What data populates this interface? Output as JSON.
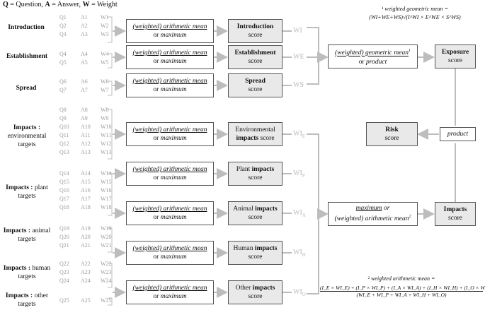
{
  "legend": {
    "q_key": "Q",
    "q_text": " = Question, ",
    "a_key": "A",
    "a_text": " = Answer, ",
    "w_key": "W",
    "w_text": " = Weight"
  },
  "categories": [
    {
      "bold": "Introduction",
      "rest": ""
    },
    {
      "bold": "Establishment",
      "rest": ""
    },
    {
      "bold": "Spread",
      "rest": ""
    },
    {
      "bold": "Impacts :",
      "rest": "environmental targets"
    },
    {
      "bold": "Impacts :",
      "rest": "plant targets"
    },
    {
      "bold": "Impacts :",
      "rest": "animal targets"
    },
    {
      "bold": "Impacts :",
      "rest": "human targets"
    },
    {
      "bold": "Impacts :",
      "rest": "other targets"
    }
  ],
  "questions": [
    [
      [
        "Q1",
        "A1",
        "W1"
      ],
      [
        "Q2",
        "A2",
        "W2"
      ],
      [
        "Q3",
        "A3",
        "W3"
      ]
    ],
    [
      [
        "Q4",
        "A4",
        "W4"
      ],
      [
        "Q5",
        "A5",
        "W5"
      ]
    ],
    [
      [
        "Q6",
        "A6",
        "W6"
      ],
      [
        "Q7",
        "A7",
        "W7"
      ]
    ],
    [
      [
        "Q8",
        "A8",
        "W8"
      ],
      [
        "Q9",
        "A9",
        "W9"
      ],
      [
        "Q10",
        "A10",
        "W10"
      ],
      [
        "Q11",
        "A11",
        "W11"
      ],
      [
        "Q12",
        "A12",
        "W12"
      ],
      [
        "Q13",
        "A13",
        "W13"
      ]
    ],
    [
      [
        "Q14",
        "A14",
        "W14"
      ],
      [
        "Q15",
        "A15",
        "W15"
      ],
      [
        "Q16",
        "A16",
        "W16"
      ],
      [
        "Q17",
        "A17",
        "W17"
      ],
      [
        "Q18",
        "A18",
        "W18"
      ]
    ],
    [
      [
        "Q19",
        "A19",
        "W19"
      ],
      [
        "Q20",
        "A20",
        "W20"
      ],
      [
        "Q21",
        "A21",
        "W21"
      ]
    ],
    [
      [
        "Q22",
        "A22",
        "W22"
      ],
      [
        "Q23",
        "A23",
        "W23"
      ],
      [
        "Q24",
        "A24",
        "W24"
      ]
    ],
    [
      [
        "Q25",
        "A25",
        "W25"
      ]
    ]
  ],
  "method": {
    "line1": "(weighted) arithmetic mean",
    "line2_prefix": "or ",
    "line2": "maximum"
  },
  "scores": [
    {
      "pre": "",
      "bold": "Introduction",
      "post": "",
      "line2": "score"
    },
    {
      "pre": "",
      "bold": "Establishment",
      "post": "",
      "line2": "score"
    },
    {
      "pre": "",
      "bold": "Spread",
      "post": "",
      "line2": "score"
    },
    {
      "pre": "Environmental",
      "bold": "",
      "post": "",
      "line2b": "impacts",
      "line2": " score"
    },
    {
      "pre": "Plant ",
      "bold": "impacts",
      "post": "",
      "line2": "score"
    },
    {
      "pre": "Animal ",
      "bold": "impacts",
      "post": "",
      "line2": "score"
    },
    {
      "pre": "Human ",
      "bold": "impacts",
      "post": "",
      "line2": "score"
    },
    {
      "pre": "Other ",
      "bold": "impacts",
      "post": "",
      "line2": "score"
    }
  ],
  "weights": [
    "WI",
    "WE",
    "WS",
    "WIE",
    "WIP",
    "WIA",
    "WIH",
    "WIO"
  ],
  "weight_subs": [
    "",
    "",
    "",
    "E",
    "P",
    "A",
    "H",
    "O"
  ],
  "geo_box": {
    "line1": "(weighted) geometric mean",
    "sup": "1",
    "line2_prefix": "or ",
    "line2": "product"
  },
  "exposure": {
    "bold": "Exposure",
    "line2": "score"
  },
  "risk": {
    "bold": "Risk",
    "line2": "score"
  },
  "product": "product",
  "impacts_box": {
    "line1": "maximum",
    "line1_suffix": " or",
    "line2": "(weighted) arithmetic mean",
    "sup": "2"
  },
  "impacts": {
    "bold": "Impacts",
    "line2": "score"
  },
  "note1": {
    "title": "¹ weighted geometric mean =",
    "formula": "(WI+WE+WS)√(I^WI × E^WE × S^WS)"
  },
  "note2": {
    "title": "² weighted arithmetic mean =",
    "numerator": "(I_E × WI_E) + (I_P × WI_P) + (I_A × WI_A) + (I_H × WI_H) + (I_O × WI_O)",
    "denominator": "(WI_E + WI_P + WI_A + WI_H + WI_O)"
  }
}
